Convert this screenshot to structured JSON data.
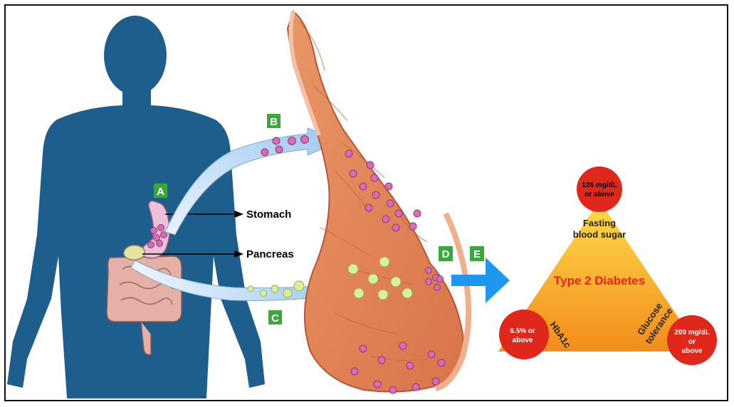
{
  "labels": {
    "a": "A",
    "b": "B",
    "c": "C",
    "d": "D",
    "e": "E"
  },
  "organs": {
    "stomach": "Stomach",
    "pancreas": "Pancreas"
  },
  "triangle": {
    "center": "Type 2 Diabetes",
    "top_line1": "Fasting",
    "top_line2": "blood sugar",
    "left_side": "HbA1c",
    "right_side_line1": "Glucose",
    "right_side_line2": "tolerance"
  },
  "thresholds": {
    "top_line1": "126 mg/dL",
    "top_line2": "or above",
    "left_line1": "6.5% or",
    "left_line2": "above",
    "right_line1": "200 mg/dL",
    "right_line2": "or",
    "right_line3": "above"
  },
  "colors": {
    "silhouette": "#1e5e8c",
    "tissue": "#e2875a",
    "tissue_dark": "#c9653d",
    "label_green": "#3aa83a",
    "insulin_pink": "#d86bb4",
    "glucose_green": "#d8ef9c",
    "arrow_blue": "#1f96f0",
    "circle_red": "#e0271c",
    "triangle_top": "#ffd23c",
    "triangle_bottom": "#f08a18",
    "title_red": "#e8251b"
  }
}
